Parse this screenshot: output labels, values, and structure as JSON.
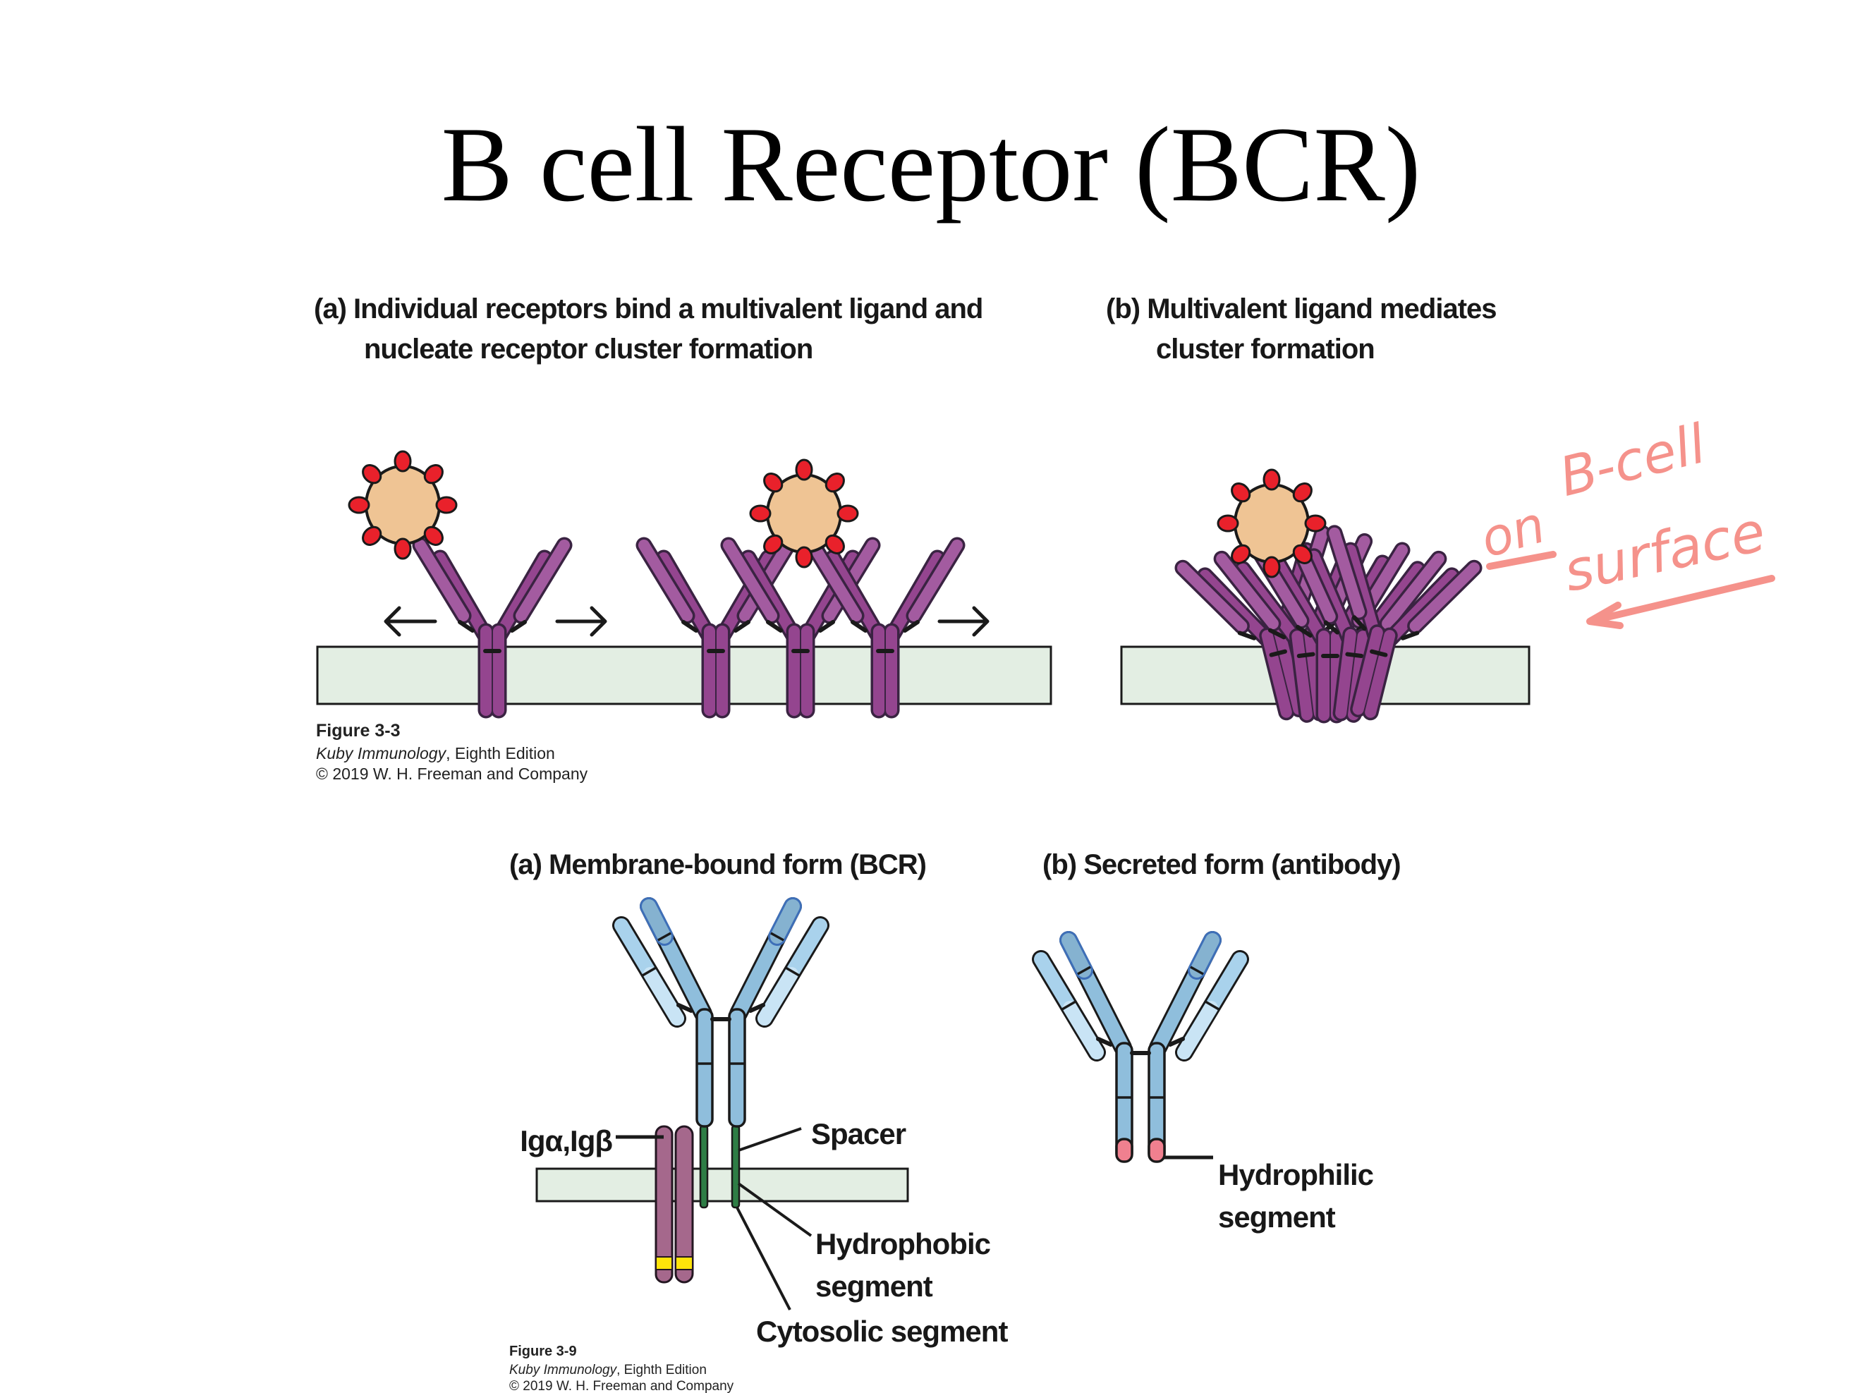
{
  "slide": {
    "title": "B cell Receptor (BCR)"
  },
  "figure_top": {
    "heading_a": {
      "line1": "(a) Individual receptors bind a multivalent ligand and",
      "line2": "nucleate receptor cluster formation"
    },
    "heading_b": {
      "line1": "(b) Multivalent ligand mediates",
      "line2": "cluster formation"
    },
    "caption": {
      "figure_label": "Figure 3-3",
      "book_title": "Kuby Immunology",
      "edition": ", Eighth Edition",
      "copyright": "© 2019 W. H. Freeman and Company"
    }
  },
  "figure_bottom": {
    "heading_a": "(a) Membrane-bound form (BCR)",
    "heading_b": "(b) Secreted form (antibody)",
    "labels": {
      "ig_alpha_beta": "Igα,Igβ",
      "spacer": "Spacer",
      "hydrophobic_line1": "Hydrophobic",
      "hydrophobic_line2": "segment",
      "cytosolic": "Cytosolic segment",
      "hydrophilic_line1": "Hydrophilic",
      "hydrophilic_line2": "segment"
    },
    "caption": {
      "figure_label": "Figure 3-9",
      "book_title": "Kuby Immunology",
      "edition": ", Eighth Edition",
      "copyright": "© 2019 W. H. Freeman and Company"
    }
  },
  "annotation": {
    "word_on": "on",
    "word_bcell": "B-cell",
    "word_surface": "surface"
  },
  "colors": {
    "ink": "#1a1a1a",
    "receptor_outline": "#3a2342",
    "receptor_purple": "#94458f",
    "receptor_light_purple": "#a35ba0",
    "membrane_green": "#e3eee3",
    "ligand_tan": "#efc494",
    "epitope_red": "#e9212b",
    "heavy_chain_blue": "#8fbedc",
    "light_chain_blue": "#a9d2ec",
    "light_chain_pale": "#c9e4f5",
    "vh_tip_blue": "#85b2d0",
    "vh_tip_outline": "#3e6fb8",
    "spacer_green": "#2e7d45",
    "ig_mauve": "#a5688c",
    "bar_outline": "#241722",
    "band_yellow": "#ffe40a",
    "hydrophilic_pink": "#f0808f",
    "annotation_pink": "#f5928b"
  }
}
